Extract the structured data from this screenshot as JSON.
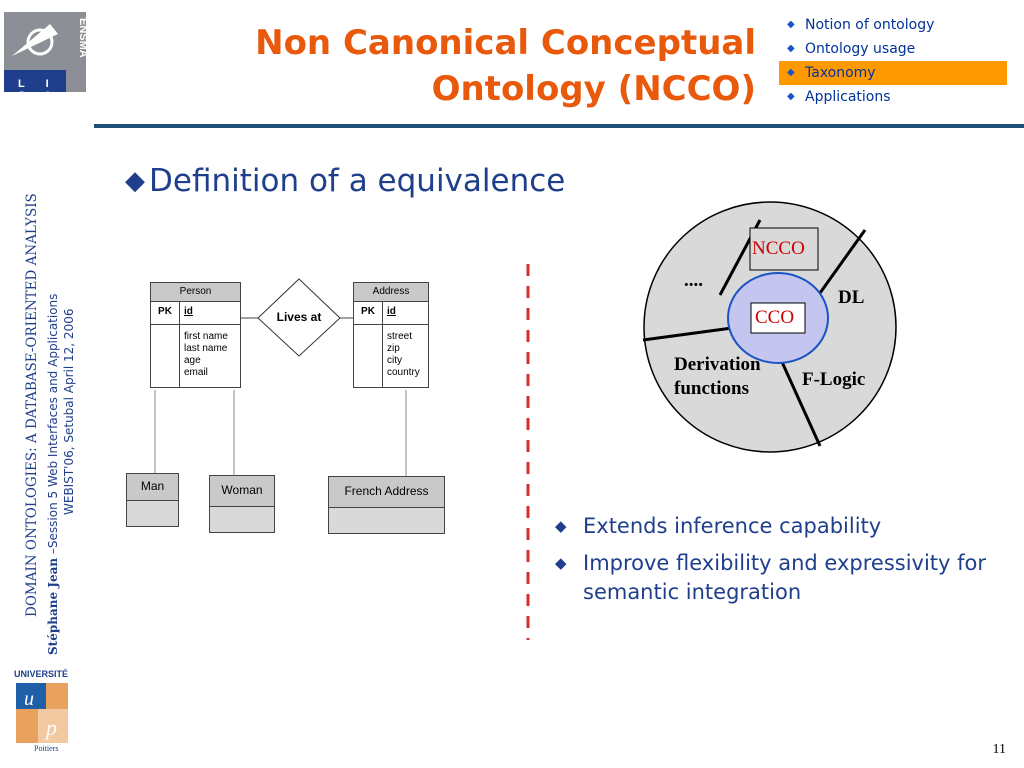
{
  "logo": {
    "letters": "L I S I",
    "org": "ENSMA"
  },
  "title": {
    "line1": "Non Canonical Conceptual",
    "line2": "Ontology (NCCO)"
  },
  "nav": {
    "items": [
      {
        "label": "Notion of ontology",
        "active": false
      },
      {
        "label": "Ontology usage",
        "active": false
      },
      {
        "label": "Taxonomy",
        "active": true
      },
      {
        "label": "Applications",
        "active": false
      }
    ]
  },
  "side": {
    "line1": "DOMAIN ONTOLOGIES: A DATABASE-ORIENTED ANALYSIS",
    "author": "Stéphane Jean",
    "line2_rest": " –Session 5 Web Interfaces and Applications",
    "line3": "WEBIST'06, Setubal April 12, 2006"
  },
  "heading": "Definition of a equivalence",
  "er": {
    "person": {
      "title": "Person",
      "pk": "PK",
      "id": "id",
      "attrs": [
        "first name",
        "last name",
        "age",
        "email"
      ]
    },
    "relation": "Lives at",
    "address": {
      "title": "Address",
      "pk": "PK",
      "id": "id",
      "attrs": [
        "street",
        "zip",
        "city",
        "country"
      ]
    },
    "subs": [
      "Man",
      "Woman",
      "French Address"
    ]
  },
  "wheel": {
    "outer": "NCCO",
    "inner": "CCO",
    "segments": [
      "....",
      "DL",
      "F-Logic",
      "Derivation",
      "functions"
    ]
  },
  "bullets": [
    "Extends inference capability",
    "Improve flexibility and expressivity for semantic integration"
  ],
  "univ": {
    "name": "UNIVERSITÉ",
    "city": "Poitiers"
  },
  "page": "11",
  "colors": {
    "title": "#e8590c",
    "accent": "#ff9900",
    "text": "#1f3f8c",
    "rule": "#1f4e79",
    "divider": "#d32f2f"
  }
}
